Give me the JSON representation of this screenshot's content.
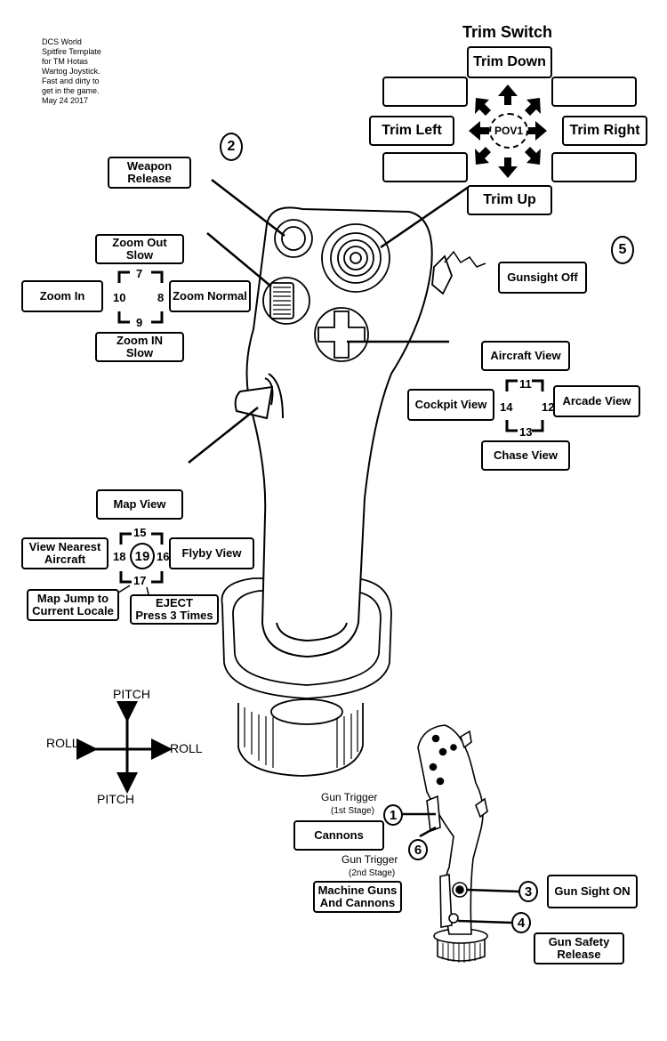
{
  "template_note": "DCS World\nSpitfire Template\nfor TM Hotas\nWartog Joystick.\nFast and dirty to\nget in the game.\nMay 24 2017",
  "trim": {
    "title": "Trim Switch",
    "down": "Trim Down",
    "up": "Trim Up",
    "left": "Trim Left",
    "right": "Trim Right",
    "pov": "POV1"
  },
  "callouts": {
    "n2": "2",
    "n5": "5",
    "weapon_release": "Weapon\nRelease",
    "gunsight_off": "Gunsight Off"
  },
  "zoom_hat": {
    "up": "Zoom Out\nSlow",
    "left": "Zoom In",
    "right": "Zoom Normal",
    "down": "Zoom IN\nSlow",
    "n_up": "7",
    "n_left": "10",
    "n_right": "8",
    "n_down": "9"
  },
  "view_hat": {
    "up": "Aircraft View",
    "left": "Cockpit View",
    "right": "Arcade View",
    "down": "Chase View",
    "n_up": "11",
    "n_left": "14",
    "n_right": "12",
    "n_down": "13"
  },
  "map_hat": {
    "up": "Map View",
    "left": "View Nearest\nAircraft",
    "right": "Flyby View",
    "down_left": "Map Jump to\nCurrent Locale",
    "down_right": "EJECT\nPress 3 Times",
    "n_up": "15",
    "n_left": "18",
    "n_right": "16",
    "n_down": "17",
    "n_center": "19"
  },
  "axes": {
    "pitch_top": "PITCH",
    "pitch_bottom": "PITCH",
    "roll_left": "ROLL",
    "roll_right": "ROLL"
  },
  "side_view": {
    "trigger1_label": "Gun Trigger",
    "trigger1_stage": "(1st Stage)",
    "cannons": "Cannons",
    "trigger2_label": "Gun Trigger",
    "trigger2_stage": "(2nd Stage)",
    "machine_guns": "Machine Guns\nAnd Cannons",
    "gun_sight_on": "Gun Sight ON",
    "gun_safety": "Gun Safety\nRelease",
    "n1": "1",
    "n3": "3",
    "n4": "4",
    "n6": "6"
  }
}
